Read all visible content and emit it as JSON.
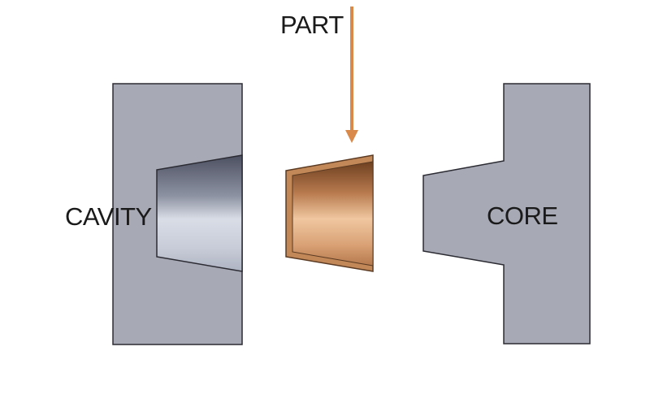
{
  "labels": {
    "part": "PART",
    "cavity": "CAVITY",
    "core": "CORE"
  },
  "colors": {
    "mold_fill": "#a7a9b4",
    "mold_stroke": "#2b2b33",
    "arrow": "#d98a4a",
    "part_shell": "#c38858",
    "part_shell_stroke": "#5a3a22",
    "cavity_light": "#d9dde6",
    "cavity_dark": "#4c5060",
    "part_light": "#f0c7a0",
    "part_dark": "#6e4020"
  }
}
